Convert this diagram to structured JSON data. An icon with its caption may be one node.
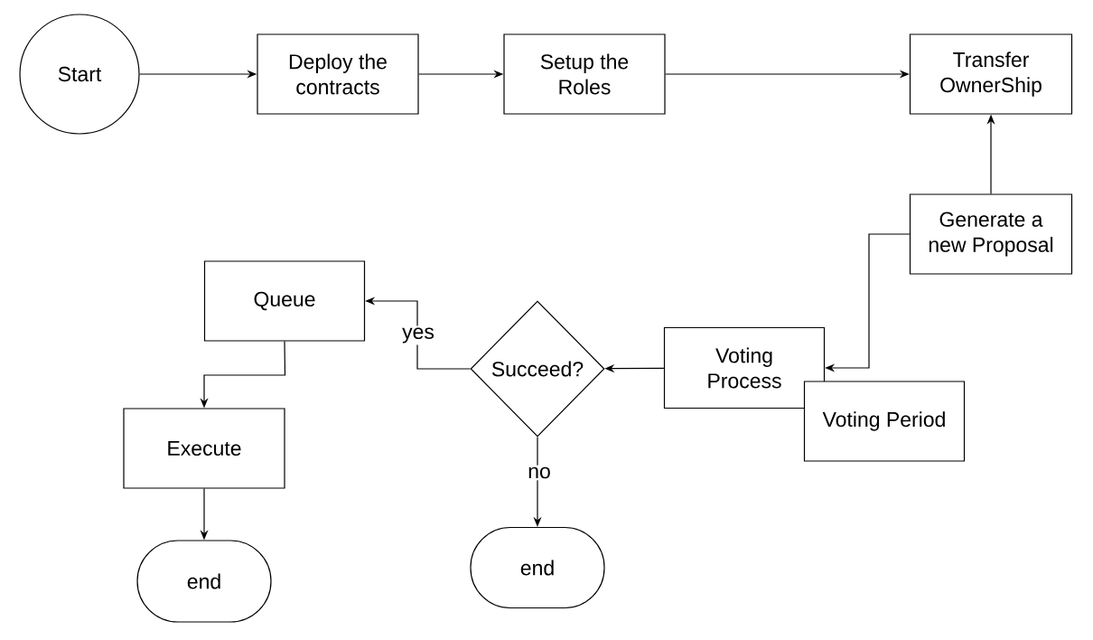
{
  "diagram": {
    "nodes": [
      {
        "text": [
          "Start"
        ]
      },
      {
        "text": [
          "Deploy the contracts"
        ]
      },
      {
        "text": [
          "Setup the Roles"
        ]
      },
      {
        "text": [
          "Transfer OwnerShip"
        ]
      },
      {
        "text": [
          "Generate a new Proposal"
        ]
      },
      {
        "text": [
          "Queue"
        ]
      },
      {
        "text": [
          "Succeed?"
        ]
      },
      {
        "text": [
          "Voting Process"
        ]
      },
      {
        "text": [
          "Voting Period"
        ]
      },
      {
        "text": [
          "Execute"
        ]
      },
      {
        "text": [
          "end"
        ]
      },
      {
        "text": [
          "end"
        ]
      }
    ],
    "edges": [
      {
        "from": 0,
        "to": 1,
        "arrow": "to"
      },
      {
        "from": 1,
        "to": 2,
        "arrow": "to"
      },
      {
        "from": 2,
        "to": 3,
        "arrow": "to"
      },
      {
        "from": 4,
        "to": 3,
        "arrow": "to"
      },
      {
        "from": 4,
        "to": 7,
        "arrow": "to"
      },
      {
        "from": 7,
        "to": 6,
        "arrow": "to"
      },
      {
        "from": 6,
        "to": 5,
        "arrow": "to",
        "label": "yes"
      },
      {
        "from": 6,
        "to": 11,
        "arrow": "to",
        "label": "no"
      },
      {
        "from": 5,
        "to": 9,
        "arrow": "to"
      },
      {
        "from": 9,
        "to": 10,
        "arrow": "to"
      }
    ]
  }
}
